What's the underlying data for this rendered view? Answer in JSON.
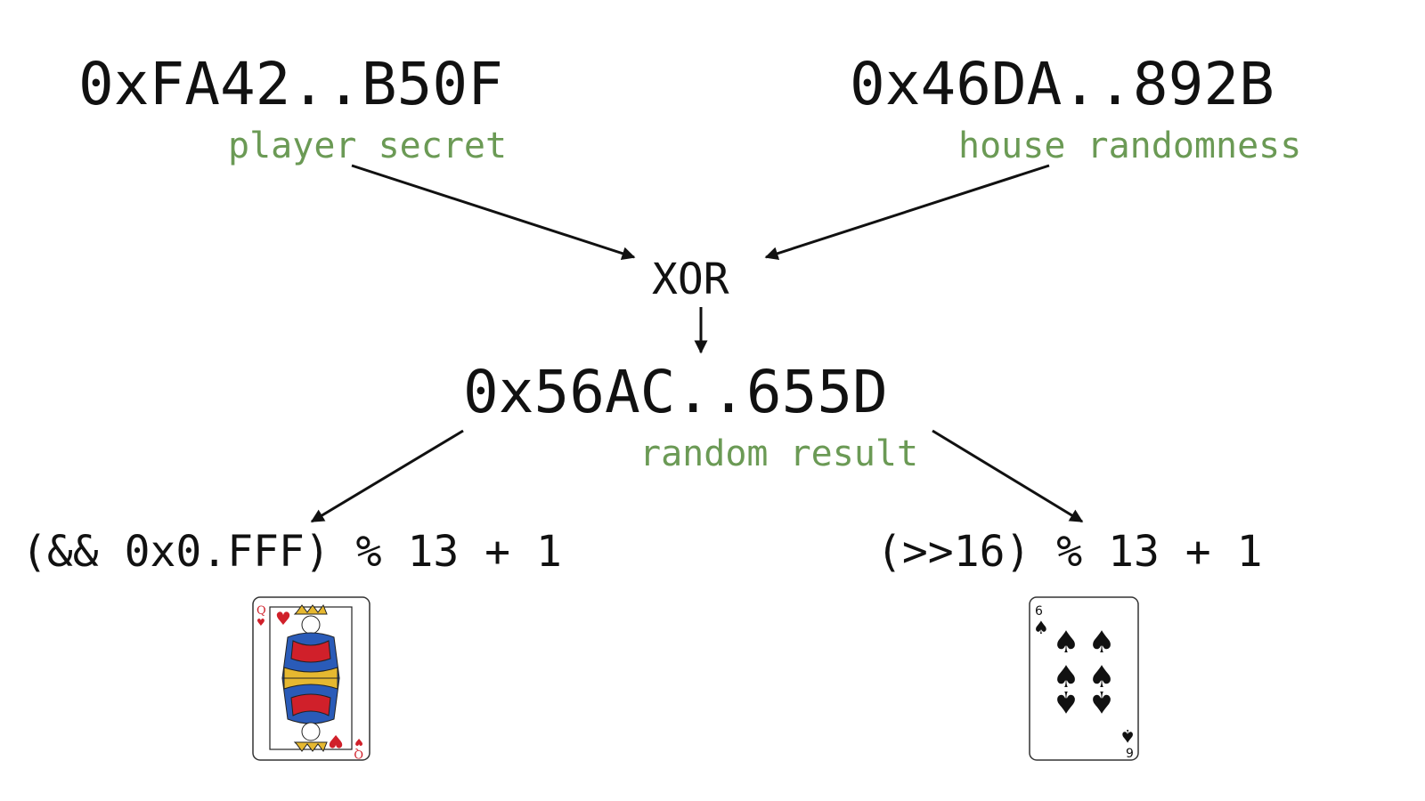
{
  "player_secret": {
    "value": "0xFA42..B50F",
    "label": "player secret"
  },
  "house_randomness": {
    "value": "0x46DA..892B",
    "label": "house randomness"
  },
  "operator": "XOR",
  "result": {
    "value": "0x56AC..655D",
    "label": "random result"
  },
  "left_formula": "(&& 0x0.FFF) % 13 + 1",
  "right_formula": "(>>16) % 13 + 1",
  "left_card": {
    "rank": "Q",
    "suit": "hearts",
    "suit_color": "#d0202a"
  },
  "right_card": {
    "rank": "6",
    "suit": "spades",
    "suit_color": "#111111"
  },
  "label_color": "#6b9a55"
}
